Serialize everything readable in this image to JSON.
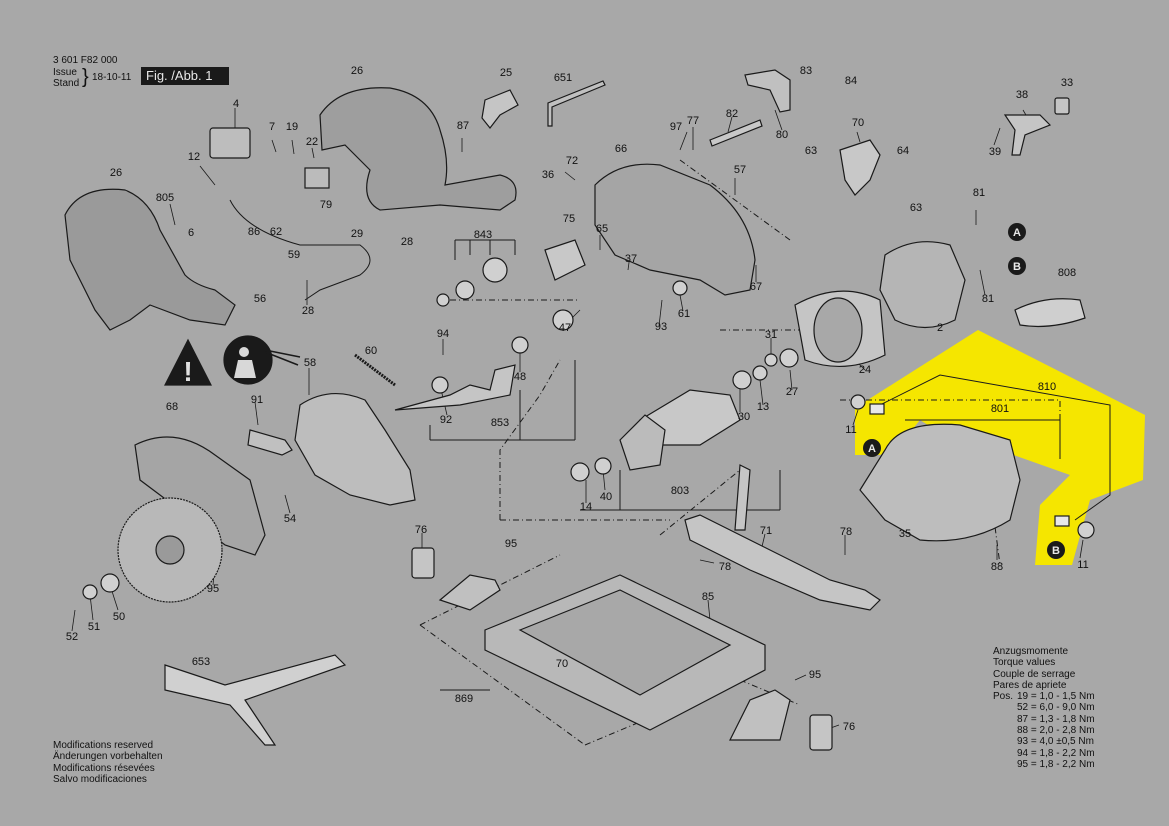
{
  "header": {
    "doc_number": "3 601 F82 000",
    "issue_label": "Issue",
    "stand_label": "Stand",
    "date": "18-10-11",
    "figure_label": "Fig. /Abb. 1"
  },
  "colors": {
    "background": "#a8a8a8",
    "highlight": "#f5e600",
    "line": "#1a1a1a"
  },
  "part_labels": [
    {
      "id": "26a",
      "text": "26"
    },
    {
      "id": "25",
      "text": "25"
    },
    {
      "id": "651",
      "text": "651"
    },
    {
      "id": "83",
      "text": "83"
    },
    {
      "id": "84",
      "text": "84"
    },
    {
      "id": "33",
      "text": "33"
    },
    {
      "id": "38",
      "text": "38"
    },
    {
      "id": "39",
      "text": "39"
    },
    {
      "id": "4",
      "text": "4"
    },
    {
      "id": "7",
      "text": "7"
    },
    {
      "id": "19",
      "text": "19"
    },
    {
      "id": "22",
      "text": "22"
    },
    {
      "id": "87a",
      "text": "87"
    },
    {
      "id": "97",
      "text": "97"
    },
    {
      "id": "77",
      "text": "77"
    },
    {
      "id": "82",
      "text": "82"
    },
    {
      "id": "80",
      "text": "80"
    },
    {
      "id": "70a",
      "text": "70"
    },
    {
      "id": "63a",
      "text": "63"
    },
    {
      "id": "64",
      "text": "64"
    },
    {
      "id": "63b",
      "text": "63"
    },
    {
      "id": "12",
      "text": "12"
    },
    {
      "id": "72",
      "text": "72"
    },
    {
      "id": "66",
      "text": "66"
    },
    {
      "id": "36",
      "text": "36"
    },
    {
      "id": "57",
      "text": "57"
    },
    {
      "id": "79",
      "text": "79"
    },
    {
      "id": "26b",
      "text": "26"
    },
    {
      "id": "805",
      "text": "805"
    },
    {
      "id": "6",
      "text": "6"
    },
    {
      "id": "86",
      "text": "86"
    },
    {
      "id": "62",
      "text": "62"
    },
    {
      "id": "29",
      "text": "29"
    },
    {
      "id": "28a",
      "text": "28"
    },
    {
      "id": "59",
      "text": "59"
    },
    {
      "id": "81a",
      "text": "81"
    },
    {
      "id": "843",
      "text": "843"
    },
    {
      "id": "75",
      "text": "75"
    },
    {
      "id": "65",
      "text": "65"
    },
    {
      "id": "37",
      "text": "37"
    },
    {
      "id": "67",
      "text": "67"
    },
    {
      "id": "808",
      "text": "808"
    },
    {
      "id": "81b",
      "text": "81"
    },
    {
      "id": "56",
      "text": "56"
    },
    {
      "id": "28b",
      "text": "28"
    },
    {
      "id": "93a",
      "text": "93"
    },
    {
      "id": "61",
      "text": "61"
    },
    {
      "id": "47",
      "text": "47"
    },
    {
      "id": "2",
      "text": "2"
    },
    {
      "id": "94",
      "text": "94"
    },
    {
      "id": "58",
      "text": "58"
    },
    {
      "id": "60",
      "text": "60"
    },
    {
      "id": "48",
      "text": "48"
    },
    {
      "id": "31",
      "text": "31"
    },
    {
      "id": "24",
      "text": "24"
    },
    {
      "id": "810",
      "text": "810"
    },
    {
      "id": "27",
      "text": "27"
    },
    {
      "id": "92",
      "text": "92"
    },
    {
      "id": "853",
      "text": "853"
    },
    {
      "id": "68",
      "text": "68"
    },
    {
      "id": "91",
      "text": "91"
    },
    {
      "id": "30",
      "text": "30"
    },
    {
      "id": "13",
      "text": "13"
    },
    {
      "id": "801",
      "text": "801"
    },
    {
      "id": "11a",
      "text": "11"
    },
    {
      "id": "54",
      "text": "54"
    },
    {
      "id": "14",
      "text": "14"
    },
    {
      "id": "40",
      "text": "40"
    },
    {
      "id": "803",
      "text": "803"
    },
    {
      "id": "35",
      "text": "35"
    },
    {
      "id": "76a",
      "text": "76"
    },
    {
      "id": "95a",
      "text": "95"
    },
    {
      "id": "71",
      "text": "71"
    },
    {
      "id": "78a",
      "text": "78"
    },
    {
      "id": "78b",
      "text": "78"
    },
    {
      "id": "88",
      "text": "88"
    },
    {
      "id": "11b",
      "text": "11"
    },
    {
      "id": "95b",
      "text": "95"
    },
    {
      "id": "52",
      "text": "52"
    },
    {
      "id": "51",
      "text": "51"
    },
    {
      "id": "50",
      "text": "50"
    },
    {
      "id": "85",
      "text": "85"
    },
    {
      "id": "653",
      "text": "653"
    },
    {
      "id": "70b",
      "text": "70"
    },
    {
      "id": "95c",
      "text": "95"
    },
    {
      "id": "869",
      "text": "869"
    },
    {
      "id": "76b",
      "text": "76"
    }
  ],
  "callouts": [
    {
      "id": "A1",
      "text": "A"
    },
    {
      "id": "B1",
      "text": "B"
    },
    {
      "id": "A2",
      "text": "A"
    },
    {
      "id": "B2",
      "text": "B"
    }
  ],
  "torque": {
    "titles": [
      "Anzugsmomente",
      "Torque values",
      "Couple de serrage",
      "Pares de apriete"
    ],
    "pos_label": "Pos.",
    "rows": [
      "19 = 1,0 - 1,5 Nm",
      "52 = 6,0 - 9,0 Nm",
      "87 = 1,3 - 1,8 Nm",
      "88 = 2,0 - 2,8 Nm",
      "93 = 4,0 ±0,5 Nm",
      "94 = 1,8 - 2,2 Nm",
      "95 = 1,8 - 2,2 Nm"
    ]
  },
  "modifications": [
    "Modifications reserved",
    "Änderungen vorbehalten",
    "Modifications résevées",
    "Salvo modificaciones"
  ]
}
